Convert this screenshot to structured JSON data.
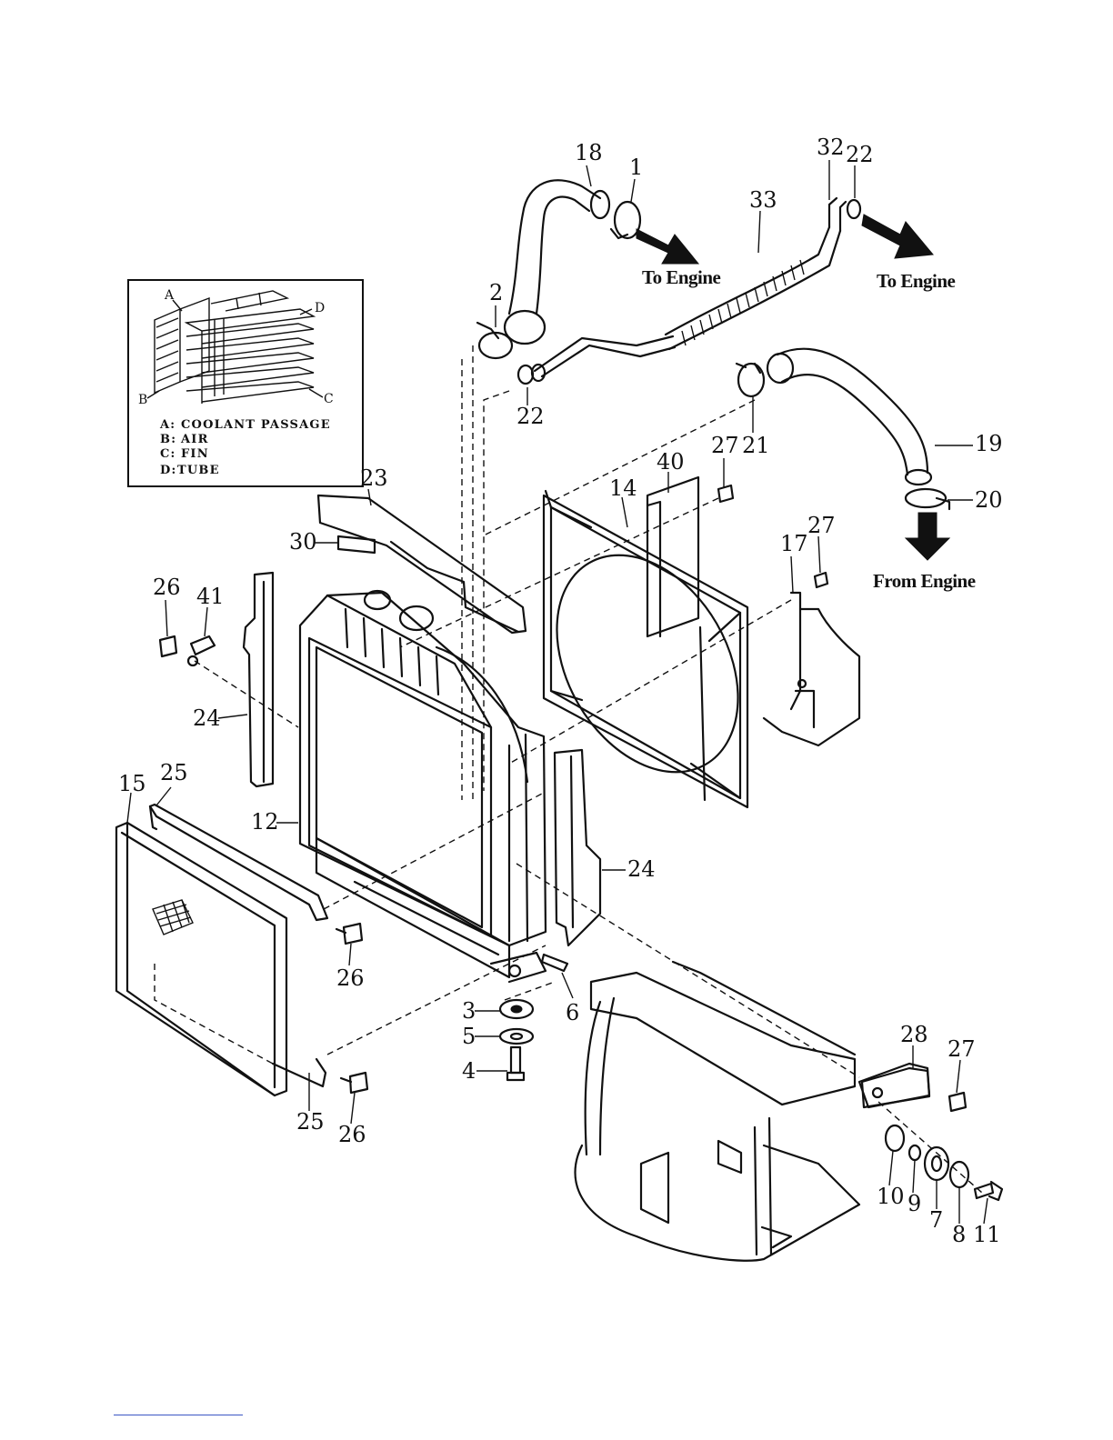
{
  "inset_legend": {
    "corner_labels": [
      "A",
      "D",
      "B",
      "C"
    ],
    "entries": [
      {
        "key": "A:",
        "text": "COOLANT PASSAGE"
      },
      {
        "key": "B:",
        "text": "AIR"
      },
      {
        "key": "C:",
        "text": "FIN"
      },
      {
        "key": "D:",
        "text": "TUBE"
      }
    ]
  },
  "flow_labels": {
    "to_engine_upper": "To Engine",
    "to_engine_bypass": "To Engine",
    "from_engine": "From Engine"
  },
  "part_numbers": {
    "hose_upper": "18",
    "clamp_upper": "1",
    "clamp_lower_upper_hose": "2",
    "bypass_hose_end": "32",
    "bypass_clamp_top": "22",
    "bypass_hose": "33",
    "bypass_clamp_bottom": "22",
    "lower_hose": "19",
    "lower_clamp": "21",
    "lower_clamp_bottom": "20",
    "bolt_shroud": "27",
    "plate_40": "40",
    "shroud": "14",
    "bracket_17": "17",
    "bolt_17": "27",
    "seal_top": "23",
    "seal_pad": "30",
    "bolt_left": "26",
    "clip_41": "41",
    "seal_left": "24",
    "radiator": "12",
    "screen": "15",
    "screen_seal_top": "25",
    "seal_right": "24",
    "bolt_screen_mid": "26",
    "mount_rubber": "3",
    "washer_5": "5",
    "bolt_4": "4",
    "drain": "6",
    "screen_seal_bottom": "25",
    "bolt_screen_bottom": "26",
    "bracket_28": "28",
    "bolt_28": "27",
    "washer_10": "10",
    "washer_9": "9",
    "rubber_7": "7",
    "washer_8": "8",
    "bolt_11": "11"
  }
}
